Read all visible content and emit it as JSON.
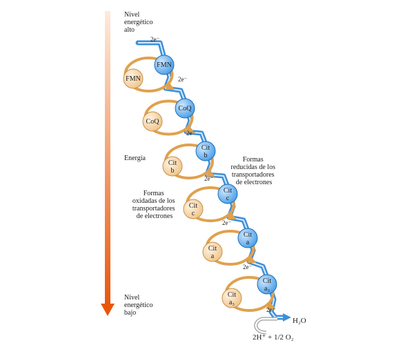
{
  "energy_axis": {
    "top_label": [
      "Nivel",
      "energético",
      "alto"
    ],
    "middle_label": "Energía",
    "bottom_label": [
      "Nivel",
      "energético",
      "bajo"
    ]
  },
  "electron_label": "2e⁻",
  "annotations": {
    "reduced": [
      "Formas",
      "reducidas de los",
      "transportadores",
      "de electrones"
    ],
    "oxidized": [
      "Formas",
      "oxidadas de los",
      "transportadores",
      "de electrones"
    ]
  },
  "carriers": [
    {
      "oxidized": [
        "FMN"
      ],
      "reduced": [
        "FMN"
      ]
    },
    {
      "oxidized": [
        "CoQ"
      ],
      "reduced": [
        "CoQ"
      ]
    },
    {
      "oxidized": [
        "Cit",
        "b"
      ],
      "reduced": [
        "Cit",
        "b"
      ]
    },
    {
      "oxidized": [
        "Cit",
        "c"
      ],
      "reduced": [
        "Cit",
        "c"
      ]
    },
    {
      "oxidized": [
        "Cit",
        "a"
      ],
      "reduced": [
        "Cit",
        "a"
      ]
    },
    {
      "oxidized": [
        "Cit",
        "a₃"
      ],
      "reduced": [
        "Cit",
        "a₃"
      ]
    }
  ],
  "products": {
    "water": "H₂O",
    "reactants": "2H⁺ + 1/2 O₂"
  },
  "colors": {
    "arrow_top": "#fdebdc",
    "arrow_bottom": "#e8560a",
    "reduced_fill": "#5aaef0",
    "reduced_stroke": "#1f6fb5",
    "oxidized_fill": "#f6d3a6",
    "oxidized_stroke": "#c98f4a",
    "path": "#3f8fd8",
    "cycle": "#e0a14d"
  }
}
